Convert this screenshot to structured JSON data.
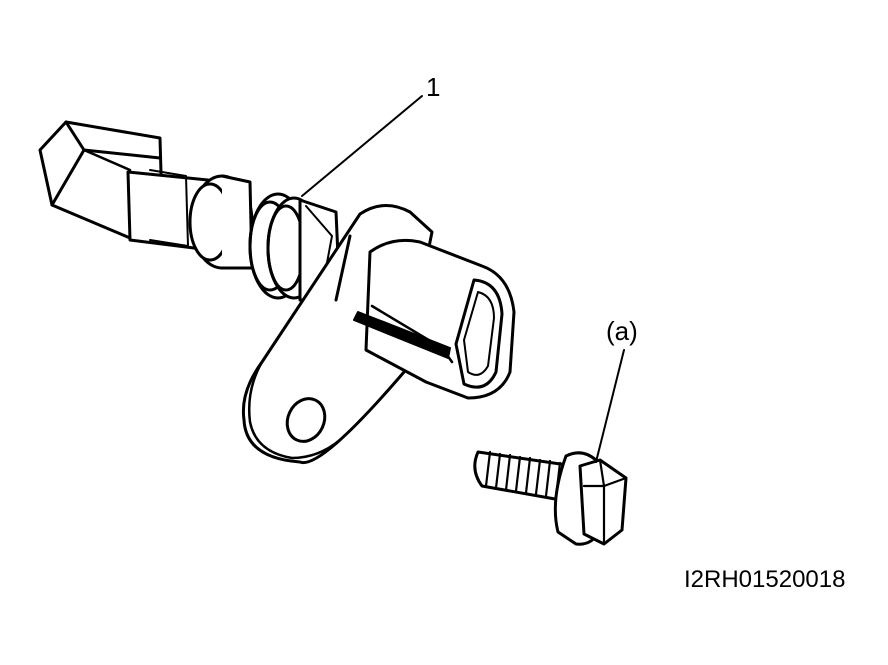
{
  "callouts": {
    "part_1": "1",
    "part_a": "(a)"
  },
  "figure_code": "I2RH01520018",
  "colors": {
    "line": "#000000",
    "background": "#ffffff"
  }
}
